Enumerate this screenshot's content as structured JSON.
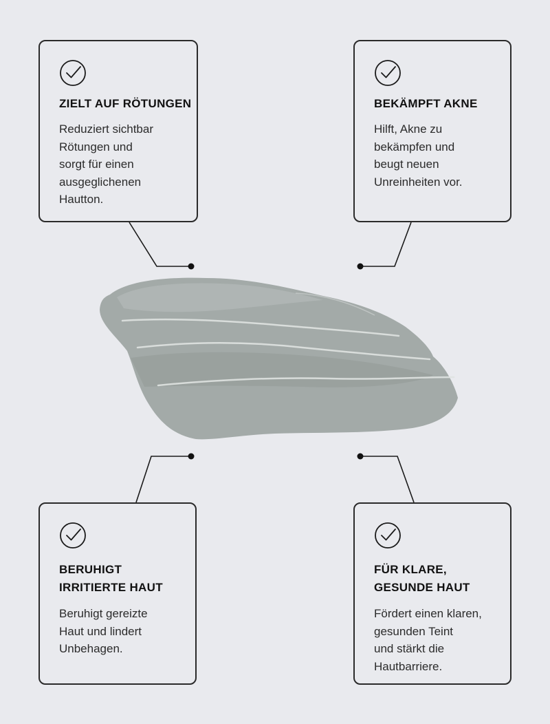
{
  "colors": {
    "background": "#e9eaee",
    "border": "#2a2a2a",
    "clay": "#a3aaa8"
  },
  "cards": [
    {
      "icon": "checkmark-circle-icon",
      "title": "ZIELT AUF RÖTUNGEN",
      "body": "Reduziert sichtbar\nRötungen und\nsorgt für einen\nausgeglichenen\nHautton."
    },
    {
      "icon": "checkmark-circle-icon",
      "title": "BEKÄMPFT AKNE",
      "body": "Hilft, Akne zu\nbekämpfen und\nbeugt neuen\nUnreinheiten vor."
    },
    {
      "icon": "checkmark-circle-icon",
      "title": "BERUHIGT\nIRRITIERTE HAUT",
      "body": "Beruhigt gereizte\nHaut und lindert\nUnbehagen."
    },
    {
      "icon": "checkmark-circle-icon",
      "title": "FÜR KLARE,\nGESUNDE HAUT",
      "body": "Fördert einen klaren,\ngesunden Teint\nund stärkt die\nHautbarriere."
    }
  ]
}
